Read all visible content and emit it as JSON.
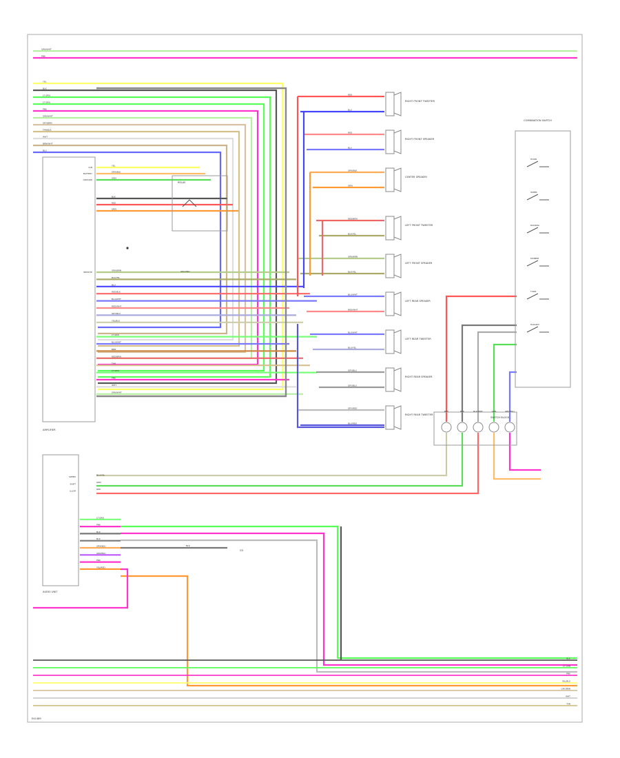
{
  "top_wires": [
    {
      "label": "GRN/WHT",
      "color": "#b4f0a0"
    },
    {
      "label": "PNK",
      "color": "#ff33cc"
    }
  ],
  "bundle_wires": [
    {
      "label": "YEL",
      "color": "#ffff66"
    },
    {
      "label": "BLK",
      "color": "#555555"
    },
    {
      "label": "LT GRN",
      "color": "#55ff55"
    },
    {
      "label": "LT GRN",
      "color": "#55ff55"
    },
    {
      "label": "PNK",
      "color": "#ff33cc"
    },
    {
      "label": "GRN/WHT",
      "color": "#b4f0a0"
    },
    {
      "label": "GRY/BRN",
      "color": "#d6c2a0"
    },
    {
      "label": "TAN/BLK",
      "color": "#d6c08a"
    },
    {
      "label": "WHT",
      "color": "#dddddd"
    },
    {
      "label": "BRN/WHT",
      "color": "#ccb48a"
    },
    {
      "label": "BLU",
      "color": "#6666ff"
    }
  ],
  "amp": {
    "title": "AMPLIFIER",
    "upper_pins": [
      {
        "label": "IGN",
        "wire": "YEL",
        "color": "#ffff66"
      },
      {
        "label": "BATTERY",
        "wire": "ORN/BLK",
        "color": "#ffbb66"
      },
      {
        "label": "GROUND",
        "wire": "GRN",
        "color": "#55dd55"
      },
      {
        "label": "",
        "wire": "",
        "color": ""
      },
      {
        "label": "",
        "wire": "",
        "color": ""
      },
      {
        "label": "",
        "wire": "BLK",
        "color": "#555555"
      },
      {
        "label": "",
        "wire": "RED",
        "color": "#ff5555"
      },
      {
        "label": "",
        "wire": "ORN",
        "color": "#ff9933"
      }
    ],
    "lower_pins": [
      {
        "label": "REMOTE",
        "wire": "GRN/BRN",
        "color": "#b4cc8a"
      },
      {
        "label": "",
        "wire": "BLK/YEL",
        "color": "#aaaa66"
      },
      {
        "label": "",
        "wire": "BLU",
        "color": "#4444ff"
      },
      {
        "label": "",
        "wire": "RED/BLK",
        "color": "#ff6666"
      },
      {
        "label": "",
        "wire": "BLU/WHT",
        "color": "#7777ff"
      },
      {
        "label": "",
        "wire": "RED/WHT",
        "color": "#ff8888"
      },
      {
        "label": "",
        "wire": "GRY/BLU",
        "color": "#aaaadd"
      },
      {
        "label": "",
        "wire": "YEL/BLU",
        "color": "#ccccaa"
      },
      {
        "label": "",
        "wire": "",
        "color": ""
      },
      {
        "label": "",
        "wire": "LT GRN",
        "color": "#77ff77"
      },
      {
        "label": "",
        "wire": "BLU/WHT",
        "color": "#7777ff"
      },
      {
        "label": "",
        "wire": "BRN",
        "color": "#cc8844"
      },
      {
        "label": "",
        "wire": "RED/BRN",
        "color": "#ee6666"
      },
      {
        "label": "",
        "wire": "TAN",
        "color": "#d6c08a"
      },
      {
        "label": "",
        "wire": "LT GRN",
        "color": "#77ff77"
      },
      {
        "label": "",
        "wire": "PNK",
        "color": "#ff33cc"
      },
      {
        "label": "",
        "wire": "WHT",
        "color": "#dddddd"
      },
      {
        "label": "",
        "wire": "GRN/WHT",
        "color": "#b4f0a0"
      }
    ]
  },
  "relay": {
    "label": "RELAY",
    "ground": "GROUND"
  },
  "speakers": [
    {
      "label": "RIGHT FRONT TWEETER",
      "wire1": "RED",
      "c1": "#ff5555",
      "wire2": "BLU",
      "c2": "#4444ff"
    },
    {
      "label": "RIGHT FRONT SPEAKER",
      "wire1": "RED",
      "c1": "#ff8888",
      "wire2": "BLU",
      "c2": "#7777ff"
    },
    {
      "label": "CENTER SPEAKER",
      "wire1": "ORN/BLK",
      "c1": "#ffaa55",
      "wire2": "ORN",
      "c2": "#ff9933"
    },
    {
      "label": "LEFT FRONT TWEETER",
      "wire1": "RED/BRN",
      "c1": "#ee6666",
      "wire2": "BLK/YEL",
      "c2": "#aaaa66"
    },
    {
      "label": "LEFT FRONT SPEAKER",
      "wire1": "GRN/BRN",
      "c1": "#b4cc8a",
      "wire2": "BLK/YEL",
      "c2": "#aaaa66"
    },
    {
      "label": "LEFT REAR SPEAKER",
      "wire1": "BLU/WHT",
      "c1": "#7777ff",
      "wire2": "RED/WHT",
      "c2": "#ff8888"
    },
    {
      "label": "LEFT REAR TWEETER",
      "wire1": "BLU/WHT",
      "c1": "#7777ff",
      "wire2": "BLU/YEL",
      "c2": "#aaaadd"
    },
    {
      "label": "RIGHT REAR SPEAKER",
      "wire1": "GRY/BLU",
      "c1": "#999999",
      "wire2": "GRY/BLU",
      "c2": "#999999"
    },
    {
      "label": "RIGHT REAR TWEETER",
      "wire1": "GRY/RED",
      "c1": "#bbbbbb",
      "wire2": "BLU/RED",
      "c2": "#5555dd"
    }
  ],
  "combo_switch": {
    "title": "COMBINATION SWITCH",
    "items": [
      "HORN",
      "WIPER",
      "PASSING",
      "DIMMER",
      "TURN",
      "HAZARD"
    ]
  },
  "switch_block": {
    "title": "SWITCH BLOCK",
    "pins": [
      "RED",
      "BLK",
      "BLK/WHT",
      "GRN",
      "RED/BLU"
    ]
  },
  "unit": {
    "title": "AUDIO UNIT",
    "pins": [
      {
        "label": "SPEED",
        "wire": "BLU/YEL",
        "color": "#ccccaa"
      },
      {
        "label": "SHIFT",
        "wire": "GRN",
        "color": "#55dd55"
      },
      {
        "label": "ILLUM",
        "wire": "RED",
        "color": "#ff6666"
      },
      {
        "label": "",
        "wire": "",
        "color": ""
      },
      {
        "label": "",
        "wire": "",
        "color": ""
      },
      {
        "label": "",
        "wire": "",
        "color": ""
      },
      {
        "label": "",
        "wire": "LT GRN",
        "color": "#77ff77"
      },
      {
        "label": "",
        "wire": "PNK",
        "color": "#ff33cc"
      },
      {
        "label": "",
        "wire": "BLK",
        "color": "#777777"
      },
      {
        "label": "",
        "wire": "BLK",
        "color": "#777777"
      },
      {
        "label": "",
        "wire": "ORN/BLU",
        "color": "#ffaa55"
      },
      {
        "label": "",
        "wire": "GRN/BLU",
        "color": "#bb55ff"
      },
      {
        "label": "",
        "wire": "PNK",
        "color": "#ff33cc"
      },
      {
        "label": "",
        "wire": "YEL/RED",
        "color": "#ff9933"
      }
    ],
    "ground_label": "BLK",
    "ground_target": "G3"
  },
  "bottom_wires": [
    {
      "label": "BLK",
      "color": "#555555"
    },
    {
      "label": "LT GRN",
      "color": "#55ff55"
    },
    {
      "label": "PNK",
      "color": "#ff33cc"
    },
    {
      "label": "YEL/BLU",
      "color": "#ffff66"
    },
    {
      "label": "GRY/BRN",
      "color": "#d6c2a0"
    },
    {
      "label": "WHT",
      "color": "#cccccc"
    },
    {
      "label": "TAN",
      "color": "#d6c08a"
    }
  ],
  "footer": {
    "code": "E41489"
  }
}
